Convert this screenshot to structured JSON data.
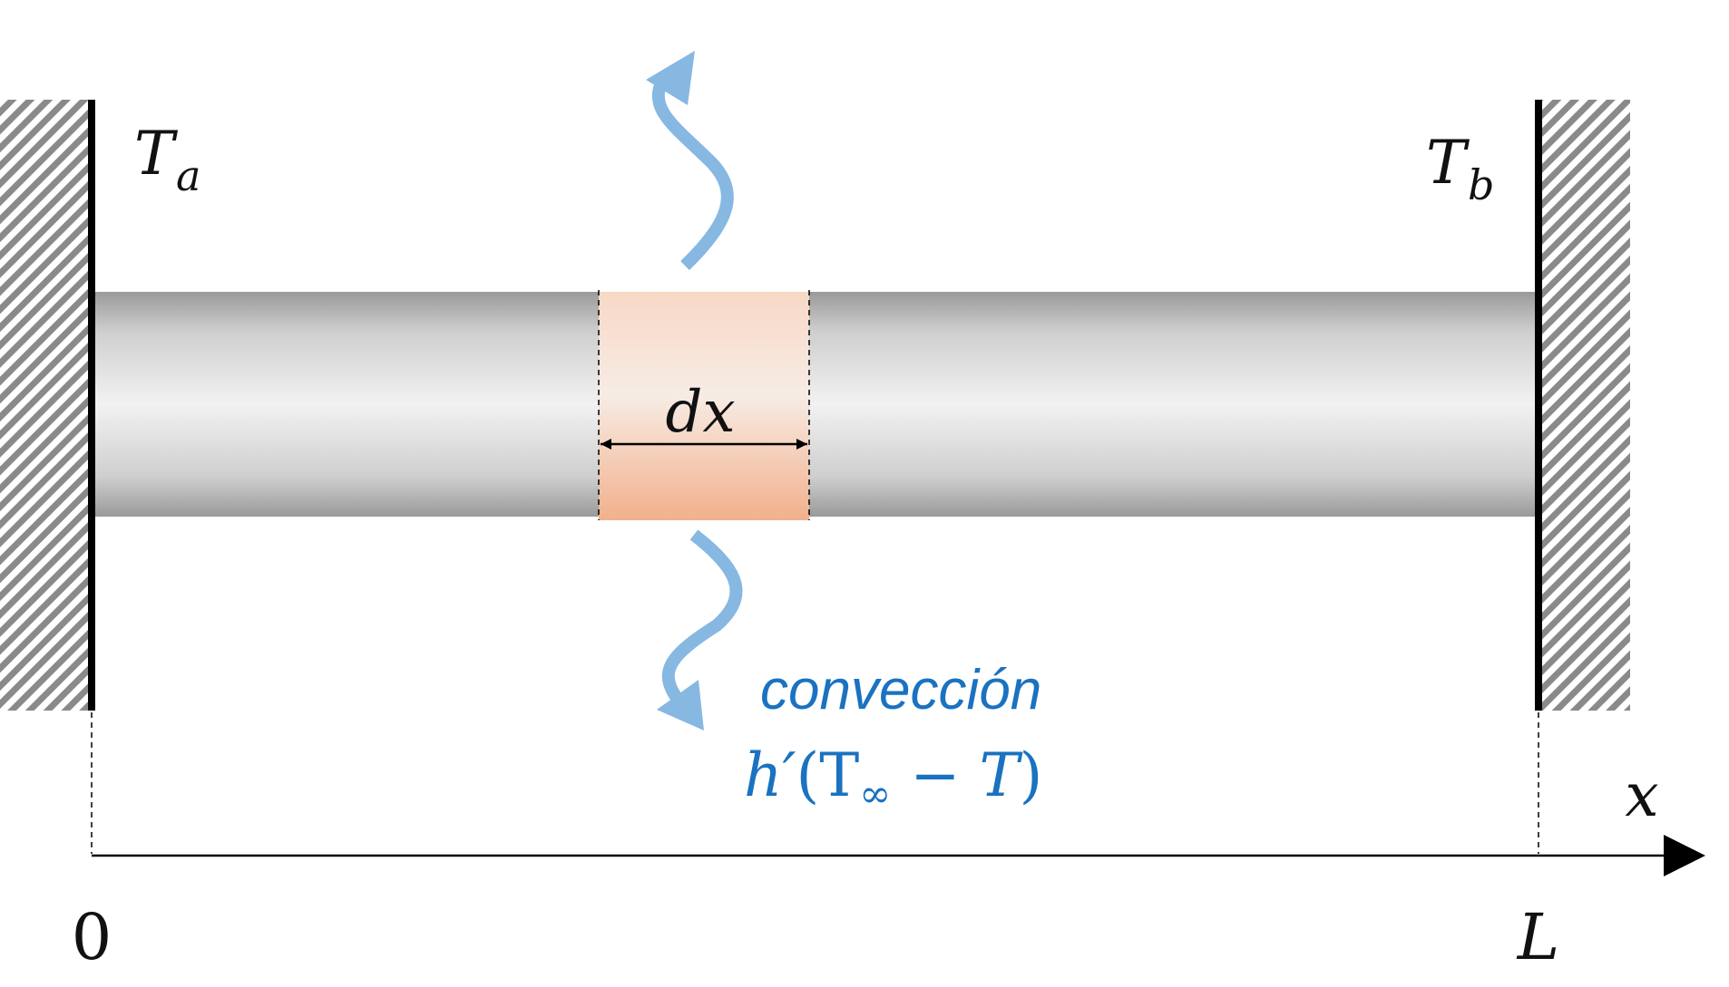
{
  "labels": {
    "left_temp": {
      "symbol": "T",
      "subscript": "a"
    },
    "right_temp": {
      "symbol": "T",
      "subscript": "b"
    },
    "element_width": "dx",
    "convection_word": "convección",
    "convection_formula": {
      "h_prime": "h′",
      "open_paren": "(",
      "t_inf_base": "T",
      "t_inf_sub": "∞",
      "minus": " − ",
      "t": "T",
      "close_paren": ")"
    },
    "axis_name": "x",
    "axis_origin": "0",
    "axis_end": "L"
  },
  "colors": {
    "rod_edge": "#9a9a9a",
    "rod_center": "#f2f2f2",
    "element_top": "#f8d8c6",
    "element_mid": "#f7ece5",
    "element_bottom": "#f2b08c",
    "heat_arrow": "#86b8e2",
    "convection_text": "#1a72c0",
    "wall_hatch": "#8a8a8a",
    "wall_line": "#000000",
    "ink": "#111111"
  },
  "icons": {
    "heat_out_top": "wavy-arrow-up-icon",
    "heat_out_bottom": "wavy-arrow-down-icon"
  }
}
